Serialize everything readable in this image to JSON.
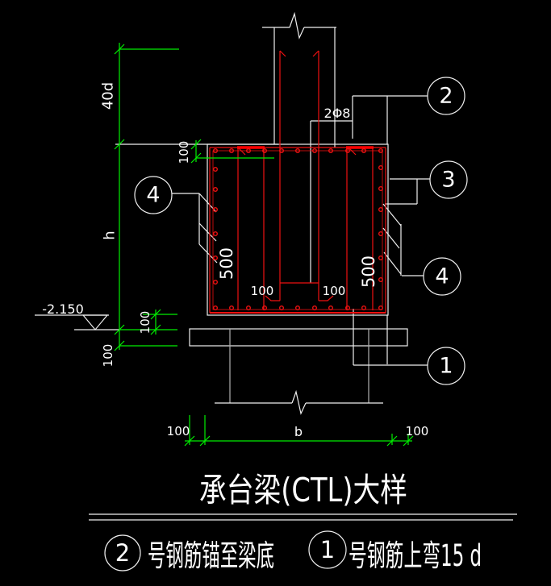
{
  "drawing": {
    "kind": "pile-cap-beam-detail",
    "colors": {
      "background": "#000000",
      "dimension_lines": "#00ee00",
      "rebar": "#ee1111",
      "structure": "#efefef",
      "text": "#ffffff"
    }
  },
  "texts": {
    "dim_40d": "40d",
    "dim_h": "h",
    "dim_100_cover": "100",
    "dim_100_embed": "100",
    "dim_100_slab": "100",
    "dim_500_left": "500",
    "dim_500_right": "500",
    "dim_100_foot_left": "100",
    "dim_100_foot_right": "100",
    "dim_100_bottom_left": "100",
    "dim_b": "b",
    "dim_100_bottom_right": "100",
    "elevation": "-2.150",
    "bar_note": "2Φ8",
    "callout_1": "1",
    "callout_2": "2",
    "callout_3": "3",
    "callout_4_left": "4",
    "callout_4_right": "4",
    "title": "承台梁(CTL)大样",
    "legend_2_num": "2",
    "legend_2_text": "号钢筋锚至梁底",
    "legend_1_num": "1",
    "legend_1_text": "号钢筋上弯15 d"
  }
}
